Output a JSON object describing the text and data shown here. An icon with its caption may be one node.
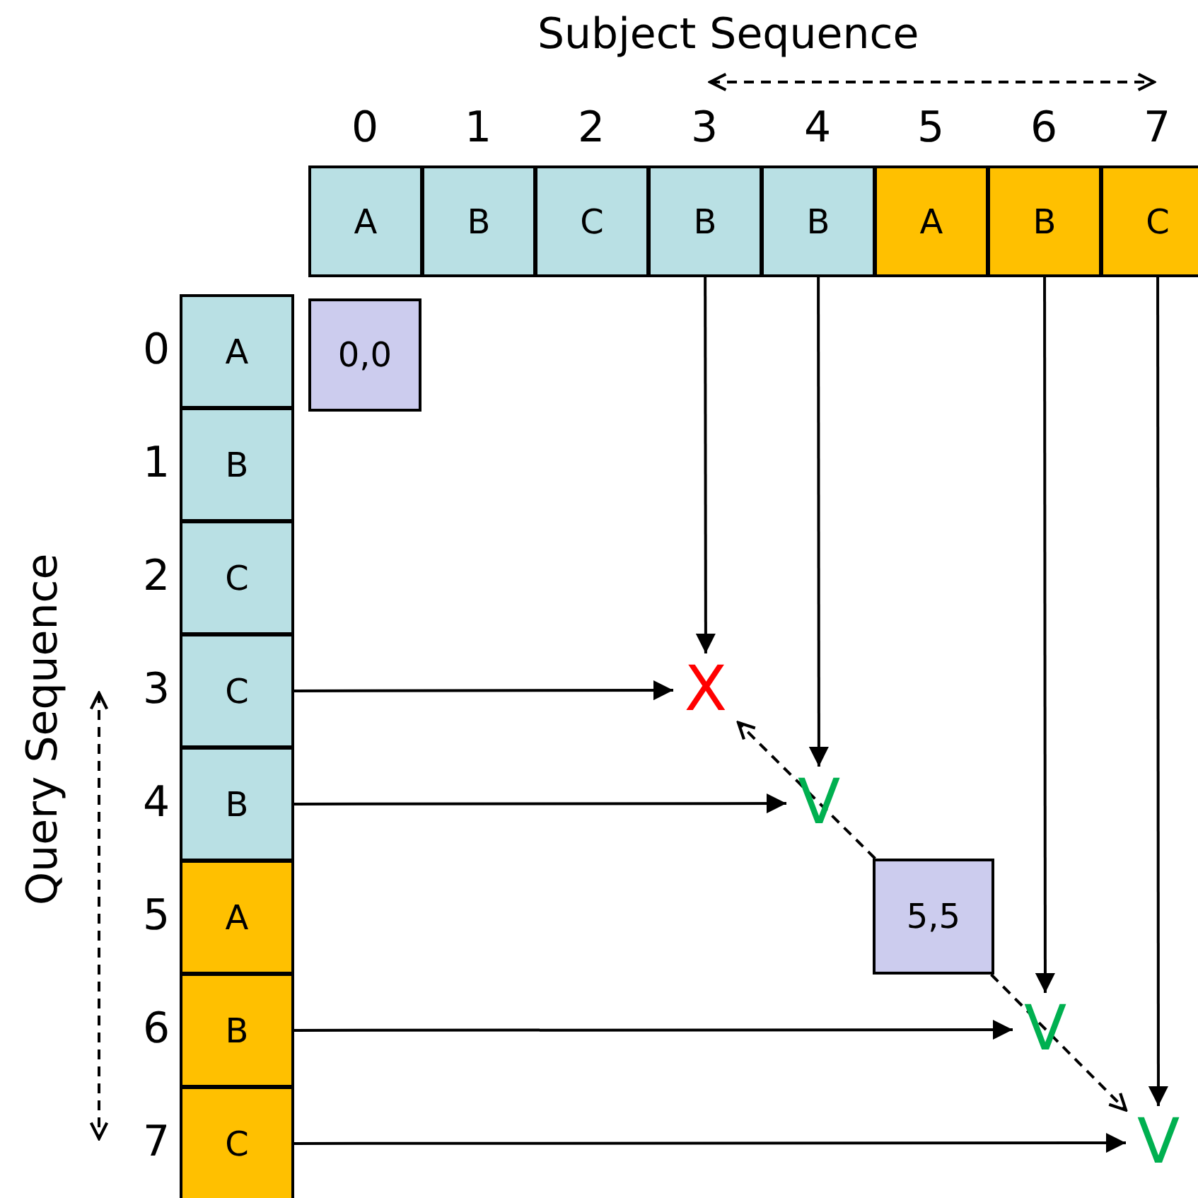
{
  "diagram": {
    "nodes": [
      {
        "text": [
          "A"
        ]
      },
      {
        "text": [
          "B"
        ]
      },
      {
        "text": [
          "C"
        ]
      },
      {
        "text": [
          "B"
        ]
      },
      {
        "text": [
          "B"
        ]
      },
      {
        "text": [
          "A"
        ]
      },
      {
        "text": [
          "B"
        ]
      },
      {
        "text": [
          "C"
        ]
      },
      {
        "text": [
          "A"
        ]
      },
      {
        "text": [
          "B"
        ]
      },
      {
        "text": [
          "C"
        ]
      },
      {
        "text": [
          "C"
        ]
      },
      {
        "text": [
          "B"
        ]
      },
      {
        "text": [
          "A"
        ]
      },
      {
        "text": [
          "B"
        ]
      },
      {
        "text": [
          "C"
        ]
      },
      {
        "text": [
          "0,0"
        ]
      },
      {
        "text": [
          "X"
        ]
      },
      {
        "text": [
          "V"
        ]
      },
      {
        "text": [
          "5,5"
        ]
      },
      {
        "text": [
          "V"
        ]
      },
      {
        "text": [
          "V"
        ]
      }
    ],
    "edges": [
      {
        "from": 3,
        "to": 17,
        "arrow": "to"
      },
      {
        "from": 11,
        "to": 17,
        "arrow": "to"
      },
      {
        "from": 4,
        "to": 18,
        "arrow": "to"
      },
      {
        "from": 12,
        "to": 18,
        "arrow": "to"
      },
      {
        "from": 19,
        "to": 17,
        "arrow": "to",
        "style": "dashed"
      },
      {
        "from": 6,
        "to": 20,
        "arrow": "to"
      },
      {
        "from": 14,
        "to": 20,
        "arrow": "to"
      },
      {
        "from": 19,
        "to": 21,
        "arrow": "to",
        "style": "dashed"
      },
      {
        "from": 7,
        "to": 21,
        "arrow": "to"
      },
      {
        "from": 15,
        "to": 21,
        "arrow": "to"
      }
    ],
    "labels": [
      "Subject Sequence",
      "0",
      "1",
      "2",
      "3",
      "4",
      "5",
      "6",
      "7",
      "Query Sequence",
      "0",
      "1",
      "2",
      "3",
      "4",
      "5",
      "6",
      "7"
    ]
  }
}
